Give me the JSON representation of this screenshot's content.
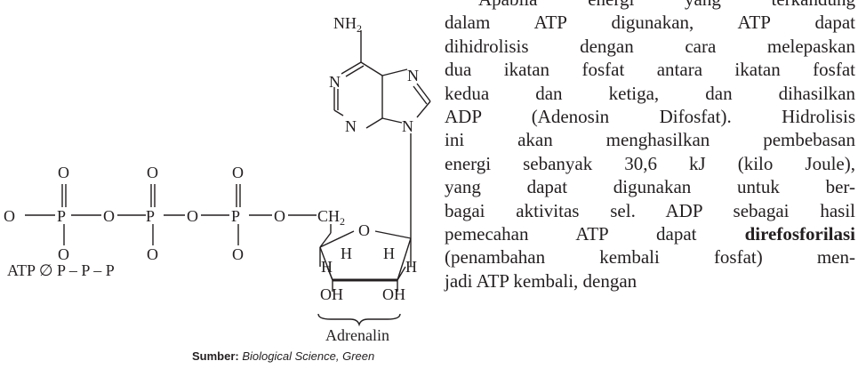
{
  "figure": {
    "atoms": {
      "nh2_n": "NH",
      "nh2_sub": "2",
      "n": "N",
      "o": "O",
      "p": "P",
      "ch": "CH",
      "ch_sub": "2",
      "h": "H",
      "oh": "OH"
    },
    "atp_formula": "ATP ∅  P – P – P",
    "sugar_label": "Adrenalin",
    "caption": {
      "label": "Sumber:",
      "title": "Biological Science, Green"
    }
  },
  "text": {
    "lines": [
      "Apabila energi yang terkandung",
      "dalam ATP digunakan, ATP dapat",
      "dihidrolisis dengan cara melepaskan",
      "dua ikatan fosfat antara ikatan fosfat",
      "kedua dan ketiga, dan dihasilkan",
      "ADP (Adenosin Difosfat). Hidrolisis",
      "ini akan menghasilkan pembebasan",
      "energi sebanyak 30,6 kJ (kilo Joule),",
      "yang dapat digunakan untuk ber-",
      "bagai aktivitas sel. ADP sebagai hasil"
    ],
    "line11_pre": "pemecahan ATP dapat ",
    "line11_bold": "direfosforilasi",
    "line12": "(penambahan kembali fosfat) men-",
    "line13": "jadi ATP kembali, dengan"
  }
}
